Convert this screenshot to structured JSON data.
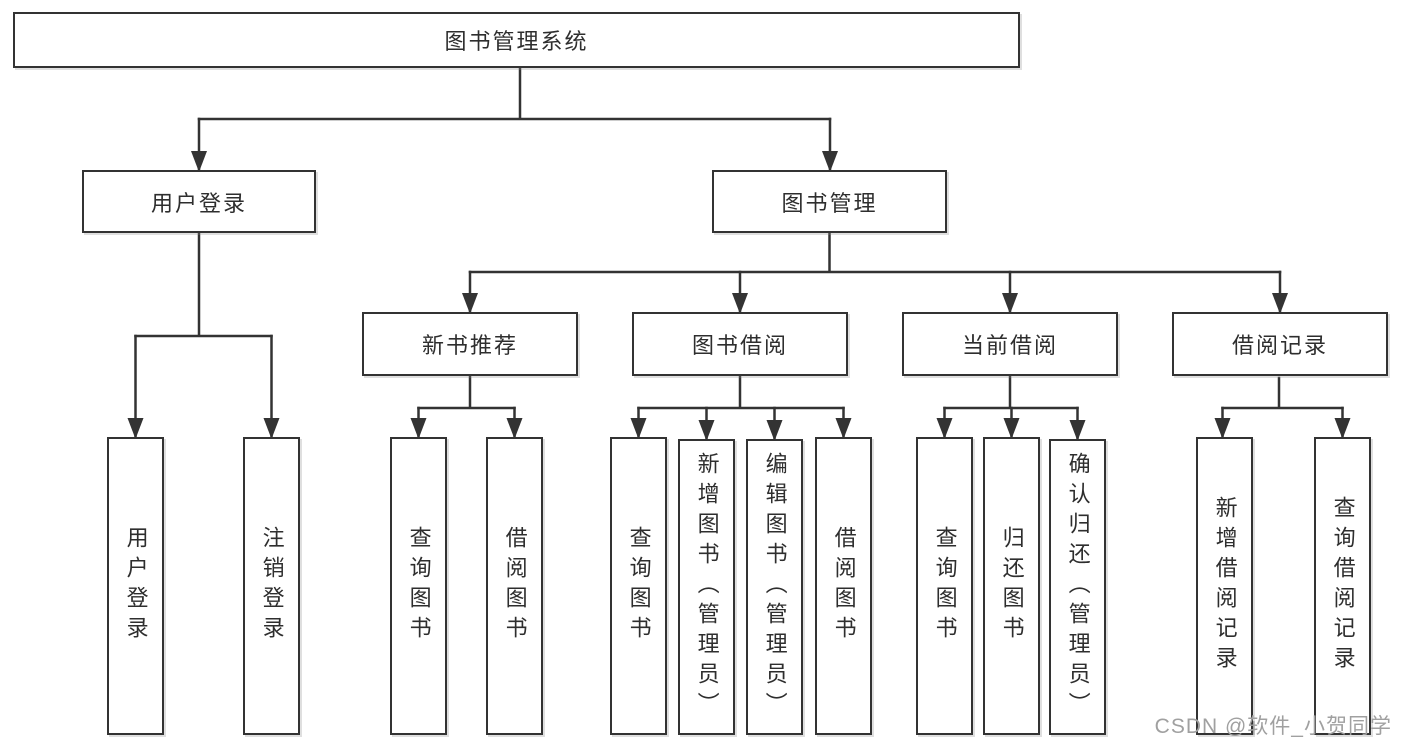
{
  "diagram": {
    "root": {
      "label": "图书管理系统"
    },
    "branches": [
      {
        "label": "用户登录",
        "leaves": [
          {
            "label": "用户登录"
          },
          {
            "label": "注销登录"
          }
        ]
      },
      {
        "label": "图书管理",
        "groups": [
          {
            "label": "新书推荐",
            "leaves": [
              {
                "label": "查询图书"
              },
              {
                "label": "借阅图书"
              }
            ]
          },
          {
            "label": "图书借阅",
            "leaves": [
              {
                "label": "查询图书"
              },
              {
                "label": "新增图书（管理员）"
              },
              {
                "label": "编辑图书（管理员）"
              },
              {
                "label": "借阅图书"
              }
            ]
          },
          {
            "label": "当前借阅",
            "leaves": [
              {
                "label": "查询图书"
              },
              {
                "label": "归还图书"
              },
              {
                "label": "确认归还（管理员）"
              }
            ]
          },
          {
            "label": "借阅记录",
            "leaves": [
              {
                "label": "新增借阅记录"
              },
              {
                "label": "查询借阅记录"
              }
            ]
          }
        ]
      }
    ]
  },
  "watermark": {
    "text": "CSDN @软件_小贺同学",
    "color": "#a0a0a0"
  },
  "colors": {
    "line": "#333333",
    "text": "#2e2e2e",
    "box_fill": "#ffffff",
    "background": "#ffffff"
  }
}
